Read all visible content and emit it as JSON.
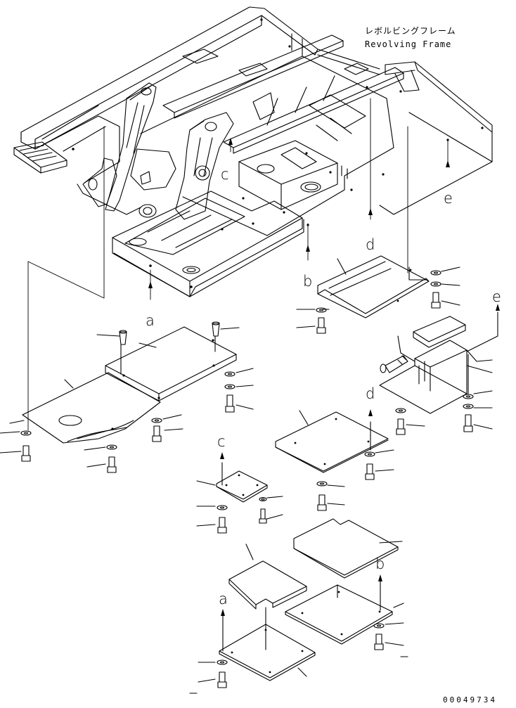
{
  "title_jp": "レボルビングフレーム",
  "title_en": "Revolving Frame",
  "drawing_code": "00049734",
  "ref_letters": {
    "a": "a",
    "b": "b",
    "c": "c",
    "d": "d",
    "e": "e"
  },
  "colors": {
    "line": "#000000",
    "background": "#ffffff"
  }
}
